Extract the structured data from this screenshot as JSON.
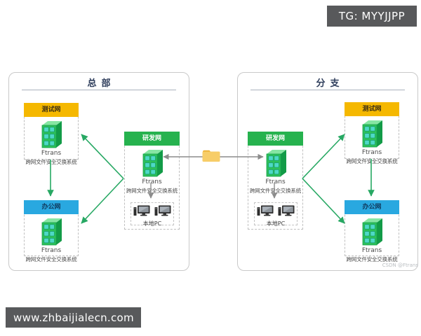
{
  "tg_badge": "TG: MYYJJPP",
  "site_banner": "www.zhbaijialecn.com",
  "watermark": "CSDN @Ftrans",
  "shared": {
    "product": "Ftrans",
    "system": "跨网文件安全交换系统",
    "local_pc": "本地PC"
  },
  "panels": {
    "hq": {
      "title": "总部",
      "test": "测试网",
      "rnd": "研发网",
      "office": "办公网"
    },
    "branch": {
      "title": "分支",
      "test": "测试网",
      "rnd": "研发网",
      "office": "办公网"
    }
  },
  "colors": {
    "test_header": "#F5B800",
    "rnd_header": "#26B24E",
    "office_header": "#29A8E0",
    "arrow_green": "#27A863",
    "connector_gray": "#8C8C8C",
    "badge_bg": "#58595B",
    "title_navy": "#2F3E5C"
  },
  "icons": {
    "server": "server-icon",
    "pc": "pc-icon",
    "folder": "folder-icon"
  }
}
